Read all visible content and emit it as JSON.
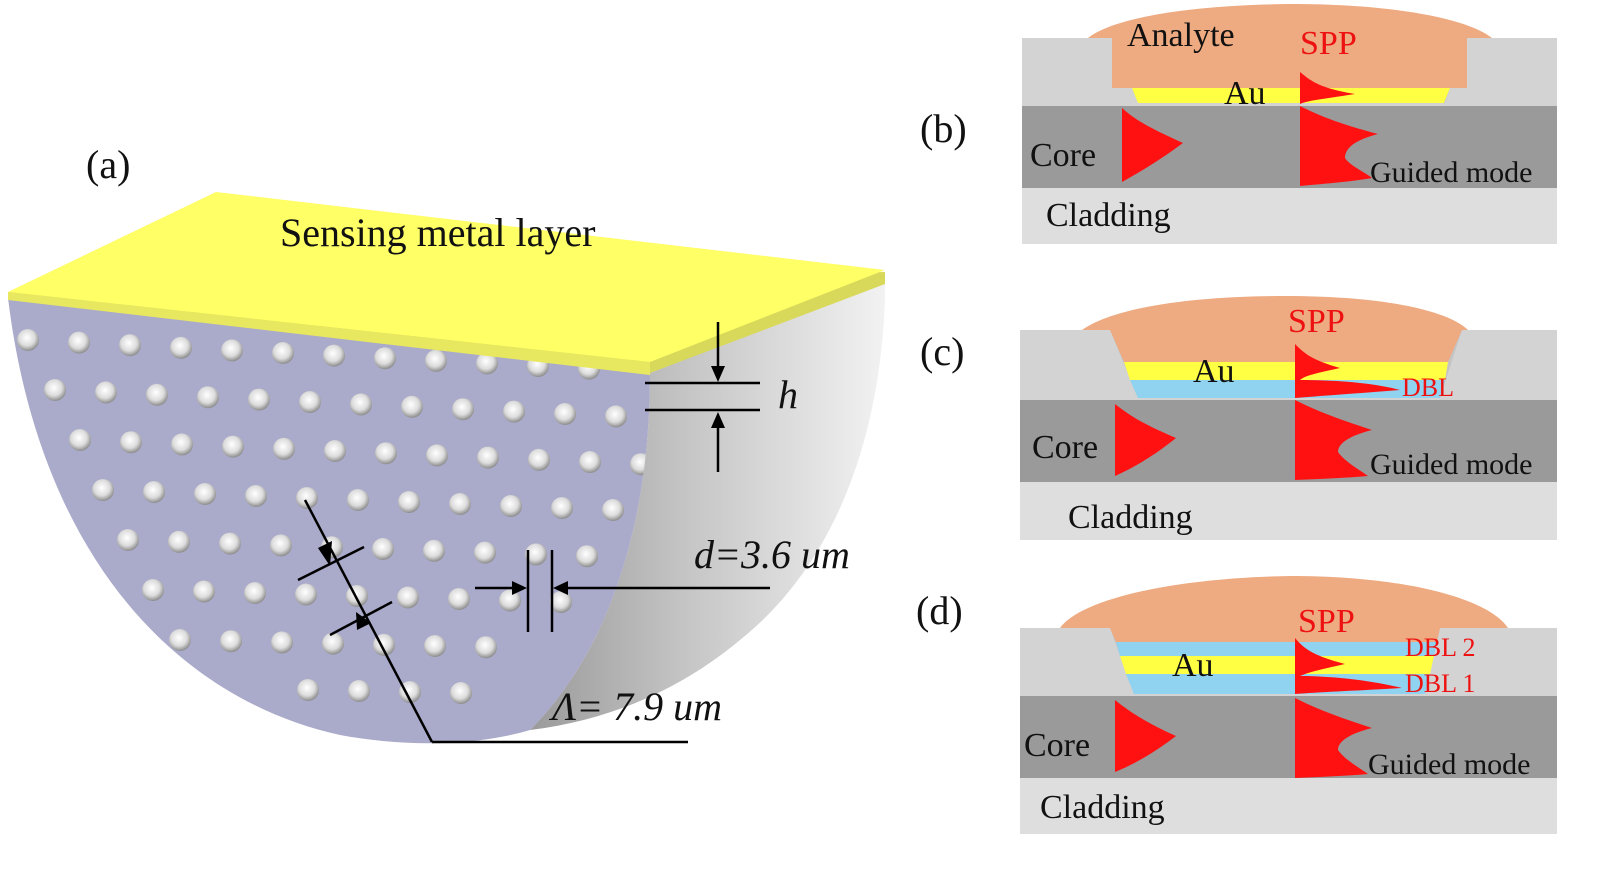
{
  "colors": {
    "gold": "#ffff66",
    "gold_edge": "#c8c84a",
    "fiber_face": "#aaaaca",
    "fiber_side": "#b8b8b8",
    "analyte": "#eeaa80",
    "core": "#9a9a9a",
    "cladding": "#dedede",
    "substrate": "#d3d3d3",
    "dbl": "#8fd3f0",
    "mode": "#ff1111"
  },
  "panel_a": {
    "label": "(a)",
    "title": "Sensing metal layer",
    "h_label": "h",
    "d_label": "d=3.6 um",
    "lambda_label": "Λ= 7.9 um"
  },
  "panel_b": {
    "label": "(b)",
    "analyte": "Analyte",
    "spp": "SPP",
    "au": "Au",
    "core": "Core",
    "guided": "Guided mode",
    "cladding": "Cladding"
  },
  "panel_c": {
    "label": "(c)",
    "spp": "SPP",
    "au": "Au",
    "dbl": "DBL",
    "core": "Core",
    "guided": "Guided mode",
    "cladding": "Cladding"
  },
  "panel_d": {
    "label": "(d)",
    "spp": "SPP",
    "au": "Au",
    "dbl2": "DBL 2",
    "dbl1": "DBL 1",
    "core": "Core",
    "guided": "Guided mode",
    "cladding": "Cladding"
  }
}
